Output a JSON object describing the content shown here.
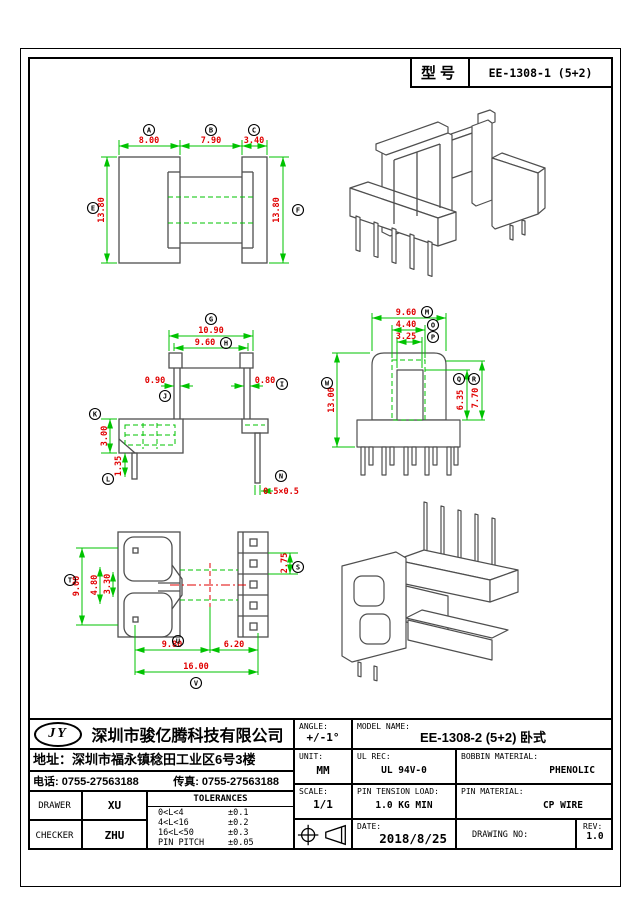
{
  "model_box": {
    "label": "型号",
    "value": "EE-1308-1 (5+2)"
  },
  "dims": {
    "A": {
      "letter": "A",
      "value": "8.00"
    },
    "B": {
      "letter": "B",
      "value": "7.90"
    },
    "C": {
      "letter": "C",
      "value": "3.40"
    },
    "E": {
      "letter": "E",
      "value": "13.80"
    },
    "F": {
      "letter": "F",
      "value": "13.80"
    },
    "G": {
      "letter": "G",
      "value": "10.90"
    },
    "H": {
      "letter": "H",
      "value": "9.60"
    },
    "I": {
      "letter": "I",
      "value": "0.80"
    },
    "J": {
      "letter": "J",
      "value": "0.90"
    },
    "K": {
      "letter": "K",
      "value": "3.00"
    },
    "L": {
      "letter": "L",
      "value": "1.35"
    },
    "M": {
      "letter": "M",
      "value": "9.60"
    },
    "N": {
      "letter": "N",
      "value": "0.5×0.5"
    },
    "O": {
      "letter": "O",
      "value": "4.40"
    },
    "P": {
      "letter": "P",
      "value": "3.25"
    },
    "Q": {
      "letter": "Q",
      "value": "6.35"
    },
    "R": {
      "letter": "R",
      "value": "7.70"
    },
    "S": {
      "letter": "S",
      "value": "2.75"
    },
    "T": {
      "letter": "T",
      "value": "9.00"
    },
    "U": {
      "letter": "U",
      "value": "9.80"
    },
    "V": {
      "letter": "V",
      "value": "16.00"
    },
    "W": {
      "letter": "W",
      "value": "13.00"
    },
    "X1": {
      "letter": "",
      "value": "4.80"
    },
    "X2": {
      "letter": "",
      "value": "3.30"
    },
    "X3": {
      "letter": "",
      "value": "6.20"
    }
  },
  "company": {
    "logo": "JY",
    "name": "深圳市骏亿腾科技有限公司",
    "address_line": "地址：深圳市福永镇稔田工业区6号3楼",
    "phone": "电话: 0755-27563188",
    "fax": "传真: 0755-27563188"
  },
  "people": {
    "drawer_label": "DRAWER",
    "drawer": "XU",
    "checker_label": "CHECKER",
    "checker": "ZHU"
  },
  "tolerances": {
    "title": "TOLERANCES",
    "rows": [
      {
        "range": "0<L<4",
        "tol": "±0.1"
      },
      {
        "range": "4<L<16",
        "tol": "±0.2"
      },
      {
        "range": "16<L<50",
        "tol": "±0.3"
      },
      {
        "range": "PIN PITCH",
        "tol": "±0.05"
      }
    ]
  },
  "spec": {
    "angle_label": "ANGLE:",
    "angle": "+/-1°",
    "model_label": "MODEL NAME:",
    "model": "EE-1308-2 (5+2) 卧式",
    "unit_label": "UNIT:",
    "unit": "MM",
    "ul_label": "UL REC:",
    "ul": "UL 94V-0",
    "bobbin_label": "BOBBIN MATERIAL:",
    "bobbin": "PHENOLIC",
    "scale_label": "SCALE:",
    "scale": "1/1",
    "pin_load_label": "PIN TENSION LOAD:",
    "pin_load": "1.0 KG MIN",
    "pin_mat_label": "PIN MATERIAL:",
    "pin_mat": "CP WIRE",
    "date_label": "DATE:",
    "date": "2018/8/25",
    "drawing_no_label": "DRAWING NO:",
    "rev_label": "REV:",
    "rev": "1.0"
  },
  "colors": {
    "dimension_line": "#00c300",
    "dimension_text": "#e00000",
    "outline": "#4f4f4f",
    "frame": "#000000"
  }
}
